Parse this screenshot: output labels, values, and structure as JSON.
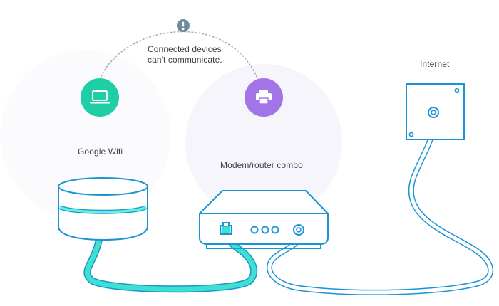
{
  "labels": {
    "warning_line1": "Connected devices",
    "warning_line2": "can't communicate.",
    "google_wifi": "Google Wifi",
    "modem_router": "Modem/router combo",
    "internet": "Internet"
  },
  "icons": {
    "warning": "exclamation-icon",
    "laptop": "laptop-icon",
    "printer": "printer-icon"
  },
  "colors": {
    "laptop_circle": "#1ecfa6",
    "printer_circle": "#a274e6",
    "wifi_cable": "#3ee0d0",
    "wifi_led": "#5ff5dc",
    "device_outline": "#1a94d4",
    "warning_badge": "#6e8a9b",
    "halo": "#f6f5fb"
  }
}
